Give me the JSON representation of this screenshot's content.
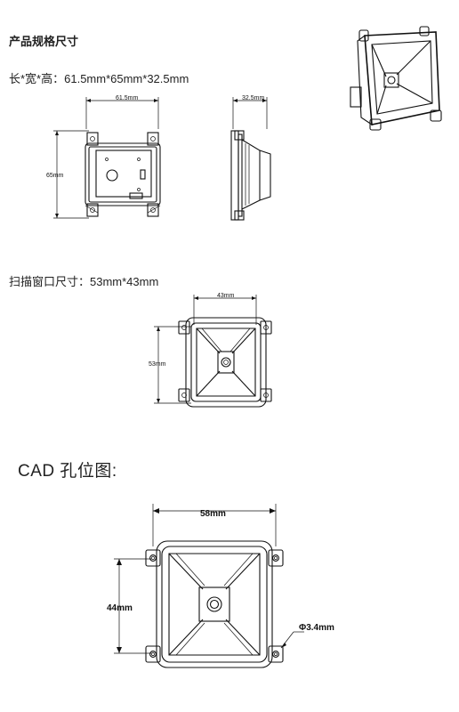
{
  "section1": {
    "title": "产品规格尺寸",
    "dims_text": "长*宽*高：61.5mm*65mm*32.5mm",
    "front_width_label": "61.5mm",
    "front_height_label": "65mm",
    "side_depth_label": "32.5mm"
  },
  "section2": {
    "scan_text": "扫描窗口尺寸：53mm*43mm",
    "width_label": "43mm",
    "height_label": "53mm"
  },
  "section3": {
    "title": "CAD 孔位图:",
    "width_label": "58mm",
    "height_label": "44mm",
    "hole_label": "Φ3.4mm"
  }
}
